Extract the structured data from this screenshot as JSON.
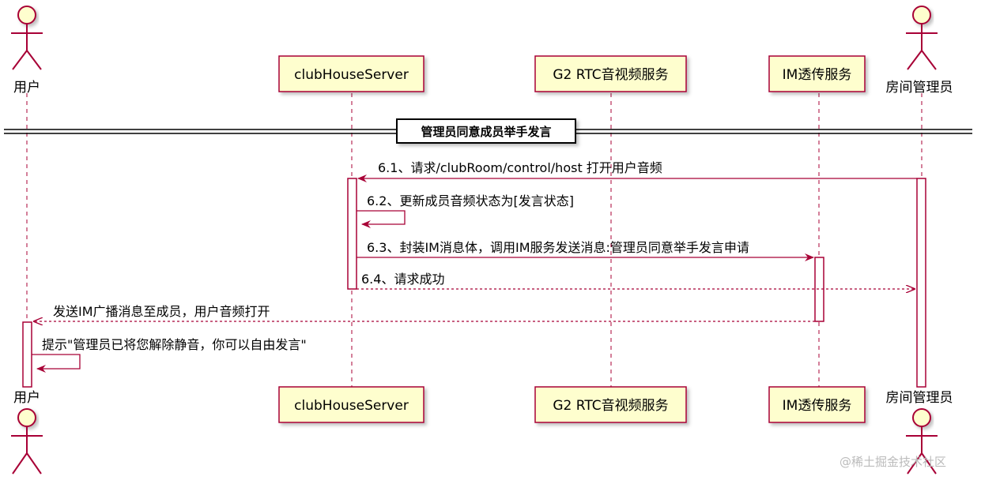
{
  "participants": [
    {
      "id": "user",
      "label": "用户",
      "kind": "actor"
    },
    {
      "id": "server",
      "label": "clubHouseServer",
      "kind": "box"
    },
    {
      "id": "rtc",
      "label": "G2 RTC音视频服务",
      "kind": "box"
    },
    {
      "id": "im",
      "label": "IM透传服务",
      "kind": "box"
    },
    {
      "id": "admin",
      "label": "房间管理员",
      "kind": "actor"
    }
  ],
  "divider": {
    "label": "管理员同意成员举手发言"
  },
  "messages": [
    {
      "id": "m1",
      "label": "6.1、请求/clubRoom/control/host 打开用户音频",
      "from": "admin",
      "to": "server",
      "style": "solid"
    },
    {
      "id": "m2",
      "label": "6.2、更新成员音频状态为[发言状态]",
      "from": "server",
      "to": "server",
      "style": "solid"
    },
    {
      "id": "m3",
      "label": "6.3、封装IM消息体，调用IM服务发送消息:管理员同意举手发言申请",
      "from": "server",
      "to": "im",
      "style": "solid"
    },
    {
      "id": "m4",
      "label": "6.4、请求成功",
      "from": "server",
      "to": "admin",
      "style": "dashed"
    },
    {
      "id": "m5",
      "label": "发送IM广播消息至成员，用户音频打开",
      "from": "im",
      "to": "user",
      "style": "dashed"
    },
    {
      "id": "m6",
      "label": "提示\"管理员已将您解除静音，你可以自由发言\"",
      "from": "user",
      "to": "user",
      "style": "solid"
    }
  ],
  "watermark": "@稀土掘金技术社区",
  "colors": {
    "line": "#a80036",
    "box_fill": "#fefece",
    "actor_fill": "#fefece",
    "divider": "#000000"
  }
}
